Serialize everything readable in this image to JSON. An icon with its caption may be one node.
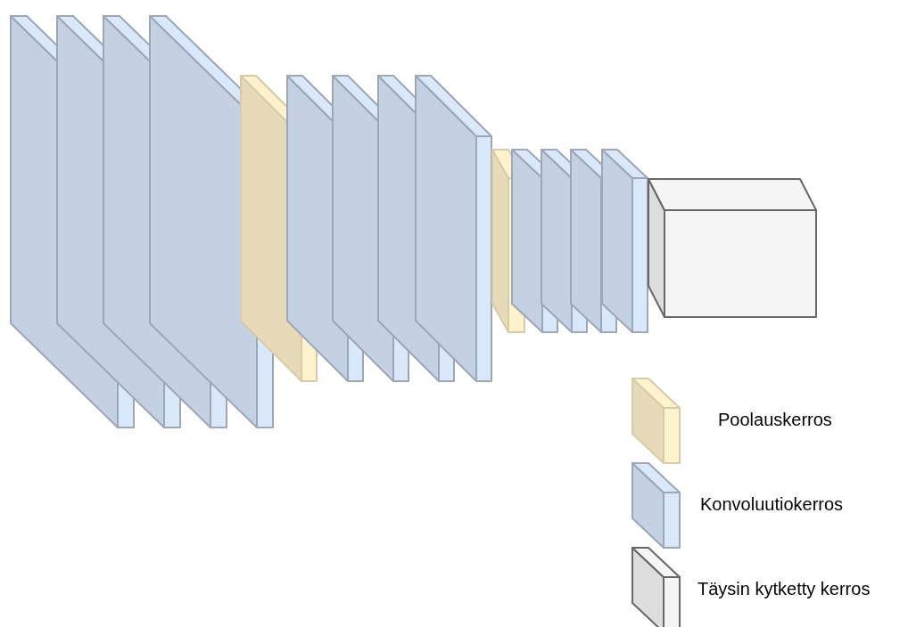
{
  "diagram": {
    "legend": [
      {
        "text": "Poolauskerros",
        "color": "#fff2cc"
      },
      {
        "text": "Konvoluutiokerros",
        "color": "#dae8fc"
      },
      {
        "text": "Täysin kytketty kerros",
        "color": "#f5f5f5"
      }
    ]
  }
}
